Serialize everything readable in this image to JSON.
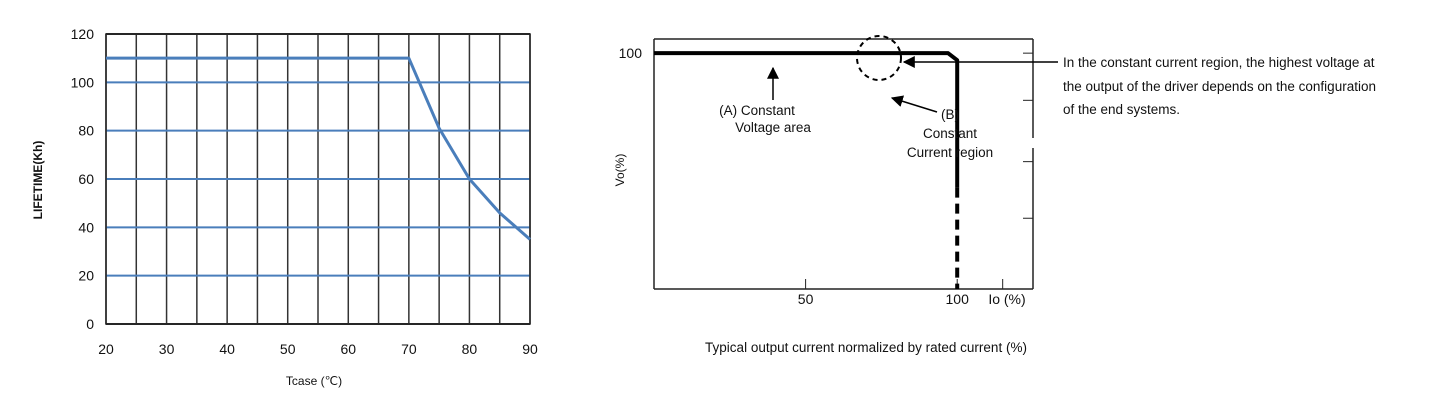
{
  "chart_data": [
    {
      "type": "line",
      "title": "",
      "xlabel": "Tcase (℃)",
      "ylabel": "LIFETIME(Kh)",
      "xlim": [
        20,
        90
      ],
      "ylim": [
        0,
        120
      ],
      "x_ticks": [
        20,
        30,
        40,
        50,
        60,
        70,
        80,
        90
      ],
      "y_ticks": [
        0,
        20,
        40,
        60,
        80,
        100,
        120
      ],
      "x_gridlines": [
        20,
        25,
        30,
        35,
        40,
        45,
        50,
        55,
        60,
        65,
        70,
        75,
        80,
        85,
        90
      ],
      "grid": true,
      "line_color": "#4a7ebb",
      "grid_color": "#4a7ebb",
      "series": [
        {
          "x": [
            20,
            70,
            75,
            80,
            85,
            90
          ],
          "y": [
            110,
            110,
            81,
            60,
            46,
            35
          ]
        }
      ]
    },
    {
      "type": "line",
      "title": "",
      "xlabel": "Typical output current normalized by rated current (%)",
      "x_end_label": "Io (%)",
      "ylabel": "Vo(%)",
      "xlim": [
        0,
        125
      ],
      "ylim": [
        0,
        106
      ],
      "x_ticks": [
        50,
        100
      ],
      "x_tick_labels": [
        "50",
        "100"
      ],
      "y_ticks": [
        100
      ],
      "y_tick_labels": [
        "100"
      ],
      "grid": false,
      "line_color": "#000000",
      "series": [
        {
          "style": "solid",
          "x": [
            0,
            97,
            100,
            100
          ],
          "y": [
            100,
            100,
            97,
            43
          ]
        },
        {
          "style": "dashed",
          "x": [
            100,
            100
          ],
          "y": [
            43,
            0
          ]
        }
      ],
      "annotations": {
        "region_a": [
          "(A)  Constant",
          "Voltage area"
        ],
        "region_b": [
          "(B)",
          "Constant",
          "Current region"
        ],
        "note": [
          "In the constant current region, the highest voltage at",
          "the output of the driver depends on the configuration",
          "of the end systems."
        ]
      }
    }
  ]
}
